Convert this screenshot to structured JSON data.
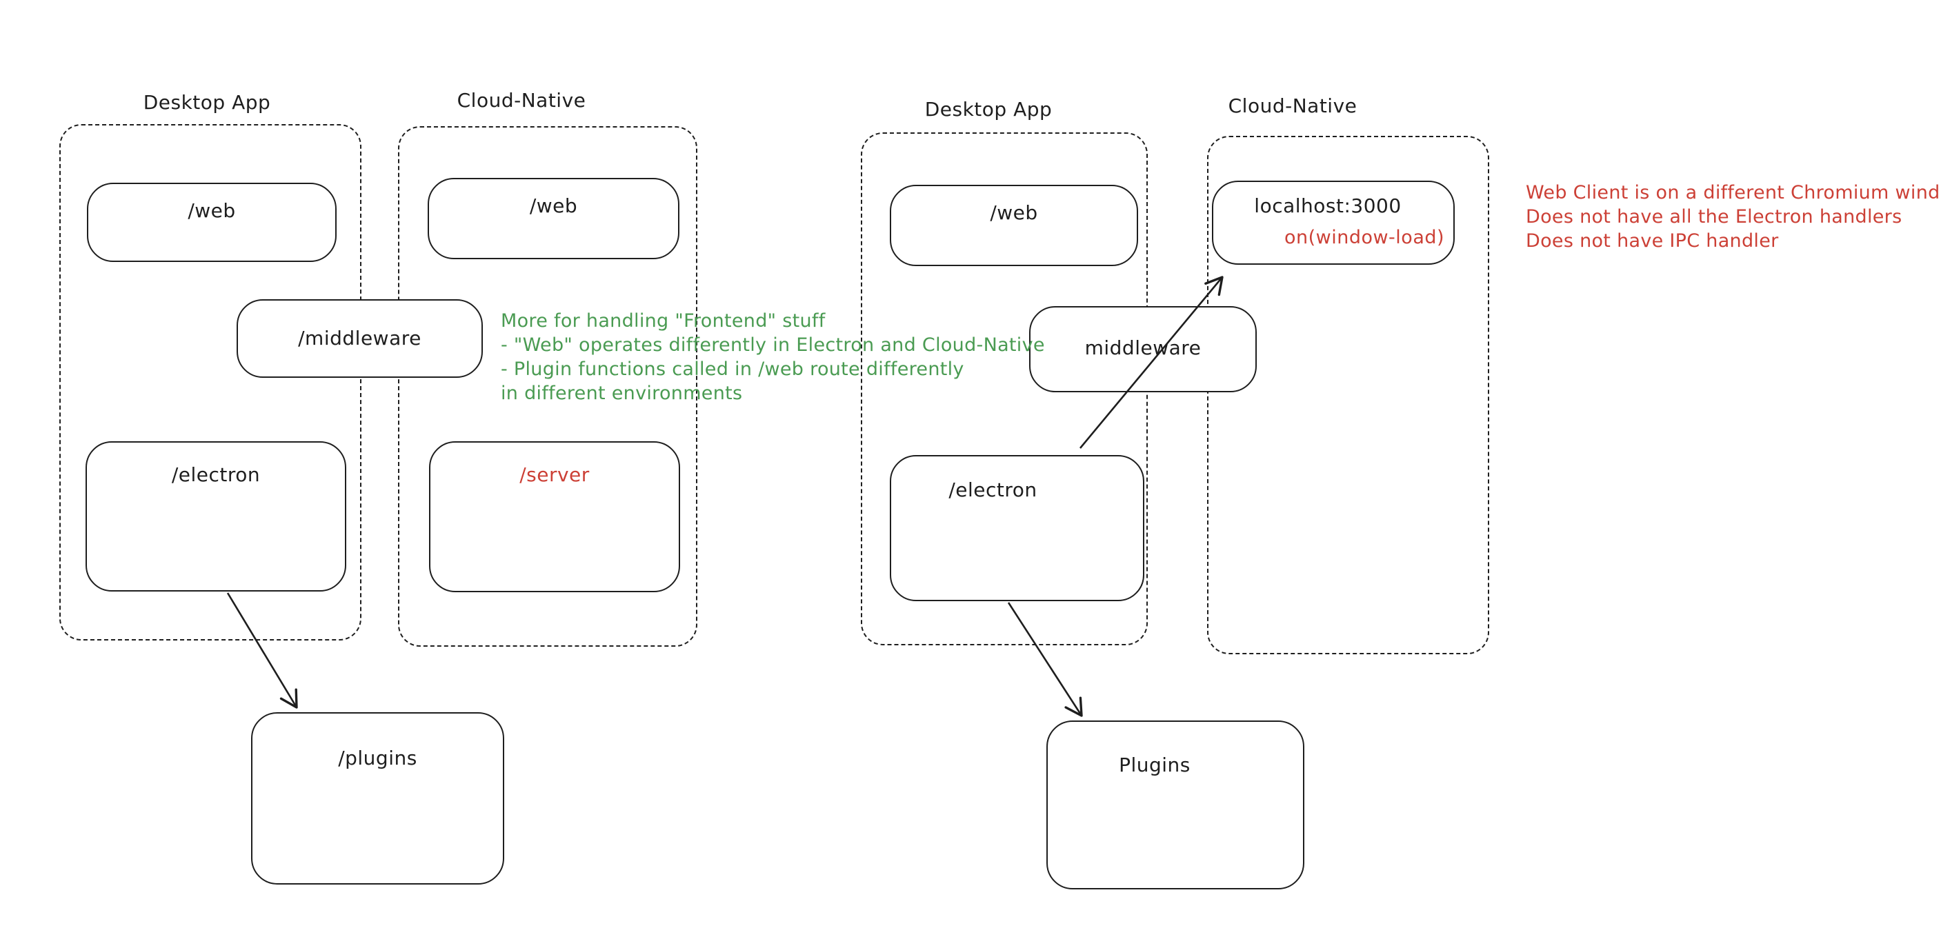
{
  "canvas": {
    "background": "#ffffff"
  },
  "colors": {
    "stroke": "#1e1e1e",
    "annotation_green": "#4a9b52",
    "annotation_red": "#cc4036"
  },
  "left_diagram": {
    "desktop_group_label": "Desktop App",
    "cloud_group_label": "Cloud-Native",
    "web_desktop_label": "/web",
    "web_cloud_label": "/web",
    "middleware_label": "/middleware",
    "electron_label": "/electron",
    "server_label": "/server",
    "plugins_label": "/plugins",
    "edges": [
      {
        "from": "electron",
        "to": "plugins"
      }
    ]
  },
  "right_diagram": {
    "desktop_group_label": "Desktop App",
    "cloud_group_label": "Cloud-Native",
    "web_label": "/web",
    "localhost_label": "localhost:3000",
    "window_load_label": "on(window-load)",
    "middleware_label": "middleware",
    "electron_label": "/electron",
    "plugins_label": "Plugins",
    "edges": [
      {
        "from": "electron",
        "to": "localhost",
        "through": "middleware"
      },
      {
        "from": "electron",
        "to": "plugins"
      }
    ]
  },
  "annotations": {
    "middleware_note": {
      "color": "#4a9b52",
      "lines": [
        "More for handling \"Frontend\" stuff",
        "- \"Web\" operates differently in Electron and Cloud-Native",
        "- Plugin functions called in /web route differently",
        "in different environments"
      ]
    },
    "web_client_note": {
      "color": "#cc4036",
      "lines": [
        "Web Client is on a different Chromium window",
        "Does not have all the Electron handlers",
        "Does not have IPC handler"
      ]
    }
  }
}
